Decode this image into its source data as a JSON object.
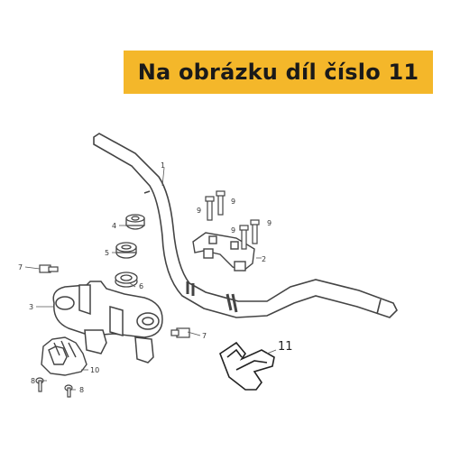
{
  "banner": {
    "text": "Na obrázku díl číslo 11"
  },
  "labels": {
    "l1": "1",
    "l2": "2",
    "l3": "3",
    "l4": "4",
    "l5": "5",
    "l6": "6",
    "l7a": "7",
    "l7b": "7",
    "l8a": "8",
    "l8b": "8",
    "l9a": "9",
    "l9b": "9",
    "l9c": "9",
    "l9d": "9",
    "l10": "10",
    "l11": "11"
  },
  "colors": {
    "banner": "#f4b72a",
    "stroke": "#444444"
  }
}
